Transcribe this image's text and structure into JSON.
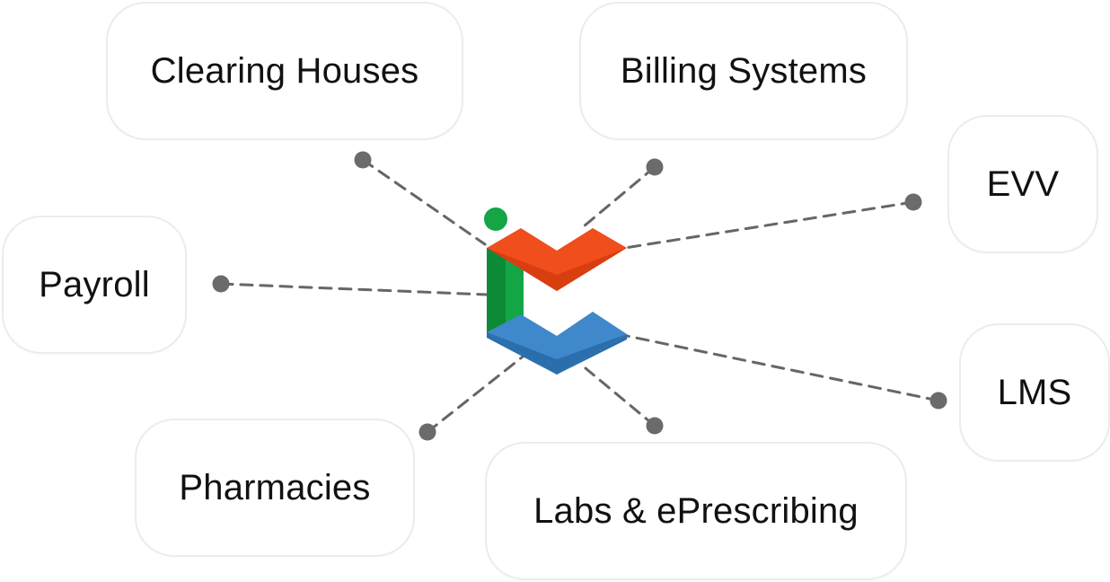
{
  "nodes": {
    "clearing_houses": "Clearing Houses",
    "billing_systems": "Billing Systems",
    "evv": "EVV",
    "payroll": "Payroll",
    "lms": "LMS",
    "pharmacies": "Pharmacies",
    "labs": "Labs & ePrescribing"
  },
  "colors": {
    "connector": "#666666",
    "dot": "#6b6b6b",
    "logo_orange": "#f04e1c",
    "logo_orange_dark": "#d83e10",
    "logo_green": "#13a546",
    "logo_green_dark": "#0d8a36",
    "logo_blue": "#3f88cb",
    "logo_blue_dark": "#2a6eac"
  },
  "icons": {
    "hub": "connected-c-logo"
  }
}
